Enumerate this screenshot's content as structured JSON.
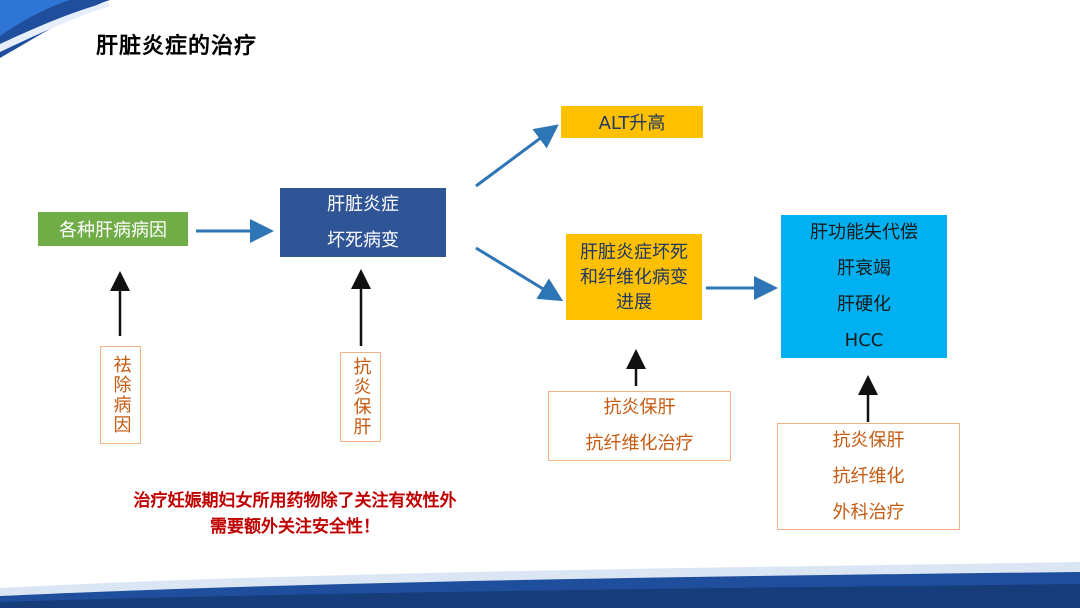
{
  "slide": {
    "title": "肝脏炎症的治疗"
  },
  "nodes": {
    "causes": "各种肝病病因",
    "inflammation": [
      "肝脏炎症",
      "坏死病变"
    ],
    "alt": "ALT升高",
    "progression": "肝脏炎症坏死和纤维化病变进展",
    "outcomes": [
      "肝功能失代偿",
      "肝衰竭",
      "肝硬化",
      "HCC"
    ]
  },
  "treatments": {
    "remove_cause": "祛除病因",
    "anti_inflammatory": "抗炎保肝",
    "progression_tx": [
      "抗炎保肝",
      "抗纤维化治疗"
    ],
    "outcome_tx": [
      "抗炎保肝",
      "抗纤维化",
      "外科治疗"
    ]
  },
  "note": {
    "line1": "治疗妊娠期妇女所用药物除了关注有效性外",
    "line2": "需要额外关注安全性！"
  },
  "colors": {
    "green": "#70ad47",
    "navy": "#2f5597",
    "yellow": "#ffc000",
    "cyan": "#00b0f0",
    "orange_border": "#f4b183",
    "orange_text": "#c55a11",
    "arrow_blue": "#2e75b6",
    "note_red": "#c00000"
  }
}
